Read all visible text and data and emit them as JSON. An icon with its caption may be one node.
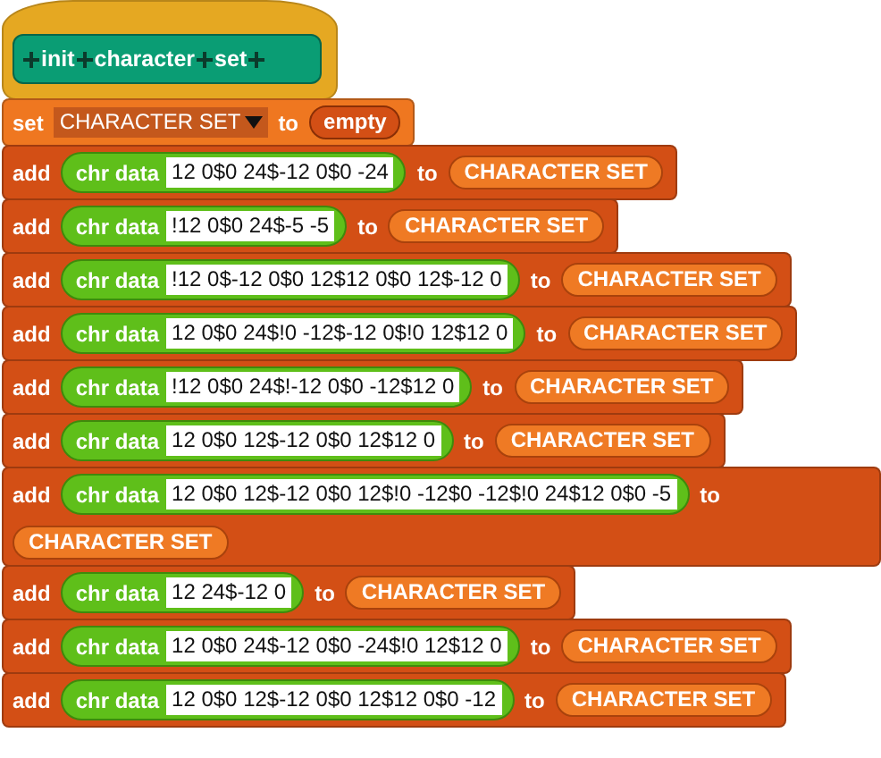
{
  "diagram": {
    "nodes": [
      {
        "text": [],
        "shape": "box"
      },
      {
        "text": [
          "init",
          "character",
          "set"
        ],
        "in": 0
      },
      {
        "text": [
          "set",
          "to"
        ]
      },
      {
        "text": [
          "CHARACTER SET"
        ],
        "in": 2
      },
      {
        "text": [
          "empty"
        ],
        "in": 2
      },
      {
        "text": [
          "add",
          "to"
        ]
      },
      {
        "text": [
          "chr data"
        ],
        "in": 5
      },
      {
        "text": [
          "12 0$0 24$-12 0$0 -24"
        ],
        "in": 6
      },
      {
        "text": [
          "CHARACTER SET"
        ],
        "in": 5
      },
      {
        "text": [
          "add",
          "to"
        ]
      },
      {
        "text": [
          "chr data"
        ],
        "in": 9
      },
      {
        "text": [
          "!12 0$0 24$-5 -5"
        ],
        "in": 10
      },
      {
        "text": [
          "CHARACTER SET"
        ],
        "in": 9
      },
      {
        "text": [
          "add",
          "to"
        ]
      },
      {
        "text": [
          "chr data"
        ],
        "in": 13
      },
      {
        "text": [
          "!12 0$-12 0$0 12$12 0$0 12$-12 0"
        ],
        "in": 14
      },
      {
        "text": [
          "CHARACTER SET"
        ],
        "in": 13
      },
      {
        "text": [
          "add",
          "to"
        ]
      },
      {
        "text": [
          "chr data"
        ],
        "in": 17
      },
      {
        "text": [
          "12 0$0 24$!0 -12$-12 0$!0 12$12 0"
        ],
        "in": 18
      },
      {
        "text": [
          "CHARACTER SET"
        ],
        "in": 17
      },
      {
        "text": [
          "add",
          "to"
        ]
      },
      {
        "text": [
          "chr data"
        ],
        "in": 21
      },
      {
        "text": [
          "!12 0$0 24$!-12 0$0 -12$12 0"
        ],
        "in": 22
      },
      {
        "text": [
          "CHARACTER SET"
        ],
        "in": 21
      },
      {
        "text": [
          "add",
          "to"
        ]
      },
      {
        "text": [
          "chr data"
        ],
        "in": 25
      },
      {
        "text": [
          "12 0$0 12$-12 0$0 12$12 0"
        ],
        "in": 26
      },
      {
        "text": [
          "CHARACTER SET"
        ],
        "in": 25
      },
      {
        "text": [
          "add",
          "to"
        ]
      },
      {
        "text": [
          "chr data"
        ],
        "in": 29
      },
      {
        "text": [
          "12 0$0 12$-12 0$0 12$!0 -12$0 -12$!0 24$12 0$0 -5"
        ],
        "in": 30
      },
      {
        "text": [
          "CHARACTER SET"
        ],
        "in": 29
      },
      {
        "text": [
          "add",
          "to"
        ]
      },
      {
        "text": [
          "chr data"
        ],
        "in": 33
      },
      {
        "text": [
          "12 24$-12 0"
        ],
        "in": 34
      },
      {
        "text": [
          "CHARACTER SET"
        ],
        "in": 33
      },
      {
        "text": [
          "add",
          "to"
        ]
      },
      {
        "text": [
          "chr data"
        ],
        "in": 37
      },
      {
        "text": [
          "12 0$0 24$-12 0$0 -24$!0 12$12 0"
        ],
        "in": 38
      },
      {
        "text": [
          "CHARACTER SET"
        ],
        "in": 37
      },
      {
        "text": [
          "add",
          "to"
        ]
      },
      {
        "text": [
          "chr data"
        ],
        "in": 41
      },
      {
        "text": [
          "12 0$0 12$-12 0$0 12$12 0$0 -12"
        ],
        "in": 42
      },
      {
        "text": [
          "CHARACTER SET"
        ],
        "in": 41
      }
    ]
  }
}
